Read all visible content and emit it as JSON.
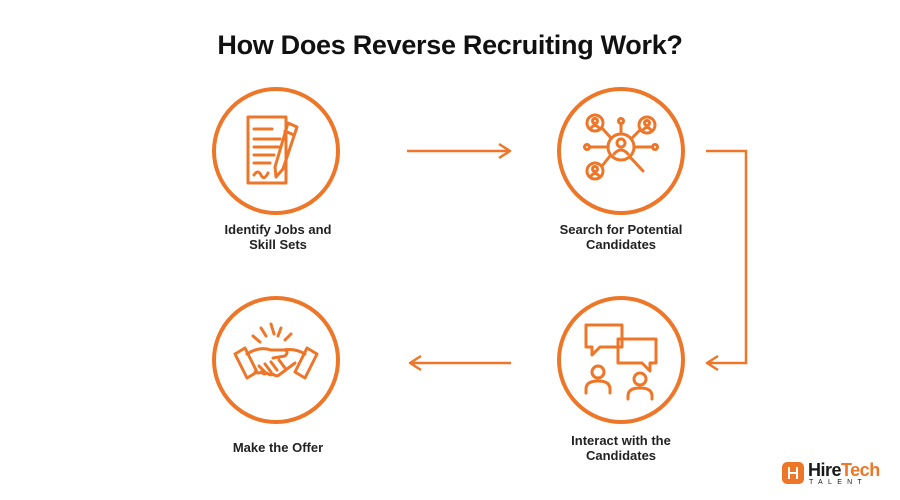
{
  "title": "How Does Reverse Recruiting Work?",
  "accent_color": "#ee7628",
  "steps": [
    {
      "icon": "document-pen-icon",
      "label_line1": "Identify Jobs and",
      "label_line2": "Skill Sets"
    },
    {
      "icon": "candidate-search-icon",
      "label_line1": "Search for Potential",
      "label_line2": "Candidates"
    },
    {
      "icon": "conversation-icon",
      "label_line1": "Interact with the",
      "label_line2": "Candidates"
    },
    {
      "icon": "handshake-icon",
      "label_line1": "Make the Offer",
      "label_line2": ""
    }
  ],
  "logo": {
    "name_part1": "Hire",
    "name_part2": "Tech",
    "sub": "TALENT"
  }
}
